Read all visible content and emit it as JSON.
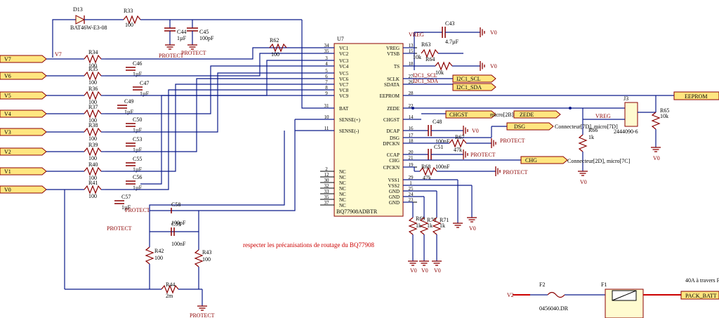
{
  "title_note": "respecter les précanisations de routage du BQ77908",
  "ic": {
    "ref": "U7",
    "part": "BQ77908ADBTR",
    "left_pins": [
      {
        "num": "34",
        "name": "VC1"
      },
      {
        "num": "35",
        "name": "VC2"
      },
      {
        "num": "3",
        "name": "VC3"
      },
      {
        "num": "4",
        "name": "VC4"
      },
      {
        "num": "5",
        "name": "VC5"
      },
      {
        "num": "6",
        "name": "VC6"
      },
      {
        "num": "7",
        "name": "VC7"
      },
      {
        "num": "8",
        "name": "VC8"
      },
      {
        "num": "9",
        "name": "VC9"
      },
      {
        "num": "31",
        "name": "BAT"
      },
      {
        "num": "10",
        "name": "SENSE(+)"
      },
      {
        "num": "11",
        "name": "SENSE(-)"
      },
      {
        "num": "2",
        "name": "NC"
      },
      {
        "num": "12",
        "name": "NC"
      },
      {
        "num": "30",
        "name": "NC"
      },
      {
        "num": "32",
        "name": "NC"
      },
      {
        "num": "33",
        "name": "NC"
      },
      {
        "num": "35",
        "name": "NC"
      },
      {
        "num": "37",
        "name": "NC"
      }
    ],
    "right_pins": [
      {
        "num": "13",
        "name": "VREG"
      },
      {
        "num": "15",
        "name": "VTSB"
      },
      {
        "num": "18",
        "name": "TS"
      },
      {
        "num": "27",
        "name": "SCLK"
      },
      {
        "num": "26",
        "name": "SDATA"
      },
      {
        "num": "28",
        "name": "EEPROM"
      },
      {
        "num": "22",
        "name": "ZEDE"
      },
      {
        "num": "14",
        "name": "CHGST"
      },
      {
        "num": "16",
        "name": "DCAP"
      },
      {
        "num": "17",
        "name": "DSG"
      },
      {
        "num": "18",
        "name": "DPCKN"
      },
      {
        "num": "20",
        "name": "CCAP"
      },
      {
        "num": "21",
        "name": "CHG"
      },
      {
        "num": "19",
        "name": "CPCKN"
      },
      {
        "num": "29",
        "name": "VSS1"
      },
      {
        "num": "1",
        "name": "VSS2"
      },
      {
        "num": "25",
        "name": "GND"
      },
      {
        "num": "24",
        "name": "GND"
      },
      {
        "num": "23",
        "name": "GND"
      }
    ]
  },
  "ports": {
    "left": [
      "V7",
      "V6",
      "V5",
      "V4",
      "V3",
      "V2",
      "V1",
      "V0"
    ],
    "right": {
      "eeprom": "EEPROM",
      "pack": "PACK_BATT",
      "dsg": "DSG",
      "chg": "CHG",
      "chgst": "CHGST",
      "zede": "ZEDE",
      "i2c_scl": "I2C1_SCL",
      "i2c_sda": "I2C1_SDA",
      "v2": "V2"
    }
  },
  "input_resistors": [
    {
      "ref": "R34",
      "value": "100"
    },
    {
      "ref": "R35",
      "value": "100"
    },
    {
      "ref": "R36",
      "value": "100"
    },
    {
      "ref": "R37",
      "value": "100"
    },
    {
      "ref": "R38",
      "value": "100"
    },
    {
      "ref": "R39",
      "value": "100"
    },
    {
      "ref": "R40",
      "value": "100"
    },
    {
      "ref": "R41",
      "value": "100"
    }
  ],
  "filter_caps": [
    {
      "ref": "C46",
      "value": "1µF"
    },
    {
      "ref": "C47",
      "value": "1µF"
    },
    {
      "ref": "C49",
      "value": "1µF"
    },
    {
      "ref": "C50",
      "value": "1µF"
    },
    {
      "ref": "C53",
      "value": "1µF"
    },
    {
      "ref": "C55",
      "value": "1µF"
    },
    {
      "ref": "C56",
      "value": "1µF"
    },
    {
      "ref": "C57",
      "value": "1µF"
    }
  ],
  "components": {
    "d13": {
      "ref": "D13",
      "value": "BAT46W-E3-08"
    },
    "r33": {
      "ref": "R33",
      "value": "100"
    },
    "c44": {
      "ref": "C44",
      "value": "1µF"
    },
    "c45": {
      "ref": "C45",
      "value": "100pF"
    },
    "r62": {
      "ref": "R62",
      "value": "100"
    },
    "c43": {
      "ref": "C43",
      "value": "4.7µF"
    },
    "r63": {
      "ref": "R63",
      "value": "10k"
    },
    "r64": {
      "ref": "R64",
      "value": "10k"
    },
    "c48": {
      "ref": "C48",
      "value": "100nF"
    },
    "r67": {
      "ref": "R67",
      "value": "47k"
    },
    "c51": {
      "ref": "C51",
      "value": "100nF"
    },
    "r68": {
      "ref": "R68",
      "value": "47k"
    },
    "r65": {
      "ref": "R65",
      "value": "10k"
    },
    "r66": {
      "ref": "R66",
      "value": "1k"
    },
    "j3": {
      "ref": "J3",
      "value": "2444090-6"
    },
    "c58": {
      "ref": "C58",
      "value": "100pF"
    },
    "c59": {
      "ref": "C59",
      "value": "100nF"
    },
    "r42": {
      "ref": "R42",
      "value": "100"
    },
    "r43": {
      "ref": "R43",
      "value": "100"
    },
    "r44": {
      "ref": "R44",
      "value": "2m"
    },
    "r69": {
      "ref": "R69",
      "value": "1k"
    },
    "r70": {
      "ref": "R70",
      "value": "1k"
    },
    "r71": {
      "ref": "R71",
      "value": "1k"
    },
    "f2": {
      "ref": "F2",
      "value": "0456040.DR"
    },
    "f1": {
      "ref": "F1",
      "value": "40A à travers F"
    }
  },
  "net_texts": {
    "vreg": "VREG",
    "protect": "PROTECT",
    "v0": "V0",
    "v7_net": "V7",
    "connect_7d": "Connecteur[7D], micro[7D]",
    "connect_2d": "Connecteur[2D], micro[7C]",
    "micro_2b": "micro[2B]",
    "i2c_scl_net": "I2C1_SCL",
    "i2c_sda_net": "I2C1_SDA"
  }
}
